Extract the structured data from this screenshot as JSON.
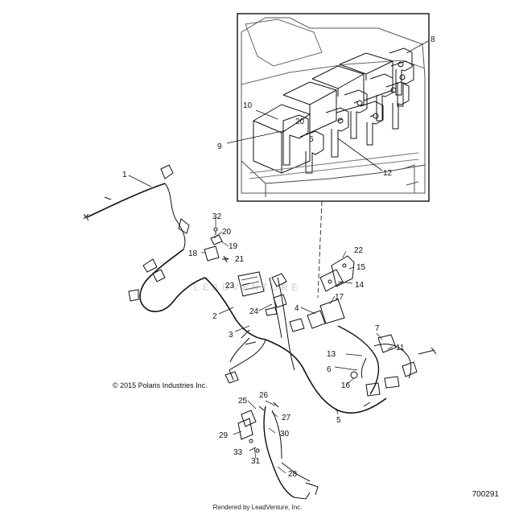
{
  "diagram": {
    "copyright": "© 2015 Polaris Industries Inc.",
    "diagram_id": "700291",
    "rendered_by": "Rendered by LeadVenture, Inc.",
    "watermark": "LEADVENTURE",
    "line_color": "#111111",
    "background": "#ffffff"
  },
  "callouts": [
    {
      "id": "c1",
      "number": "1"
    },
    {
      "id": "c2",
      "number": "2"
    },
    {
      "id": "c3",
      "number": "3"
    },
    {
      "id": "c4",
      "number": "4"
    },
    {
      "id": "c5",
      "number": "5"
    },
    {
      "id": "c6",
      "number": "6"
    },
    {
      "id": "c7",
      "number": "7"
    },
    {
      "id": "c8",
      "number": "8"
    },
    {
      "id": "c9",
      "number": "9"
    },
    {
      "id": "c10",
      "number": "10"
    },
    {
      "id": "c11",
      "number": "11"
    },
    {
      "id": "c12",
      "number": "12"
    },
    {
      "id": "c13",
      "number": "13"
    },
    {
      "id": "c14",
      "number": "14"
    },
    {
      "id": "c15",
      "number": "15"
    },
    {
      "id": "c16",
      "number": "16"
    },
    {
      "id": "c17",
      "number": "17"
    },
    {
      "id": "c18",
      "number": "18"
    },
    {
      "id": "c19",
      "number": "19"
    },
    {
      "id": "c20",
      "number": "20"
    },
    {
      "id": "c21",
      "number": "21"
    },
    {
      "id": "c22",
      "number": "22"
    },
    {
      "id": "c23",
      "number": "23"
    },
    {
      "id": "c24",
      "number": "24"
    },
    {
      "id": "c25",
      "number": "25"
    },
    {
      "id": "c26",
      "number": "26"
    },
    {
      "id": "c27",
      "number": "27"
    },
    {
      "id": "c28",
      "number": "28"
    },
    {
      "id": "c29",
      "number": "29"
    },
    {
      "id": "c30",
      "number": "30"
    },
    {
      "id": "c31",
      "number": "31"
    },
    {
      "id": "c32",
      "number": "32"
    },
    {
      "id": "c33",
      "number": "33"
    }
  ],
  "fuse_labels": [
    "20",
    "5"
  ]
}
